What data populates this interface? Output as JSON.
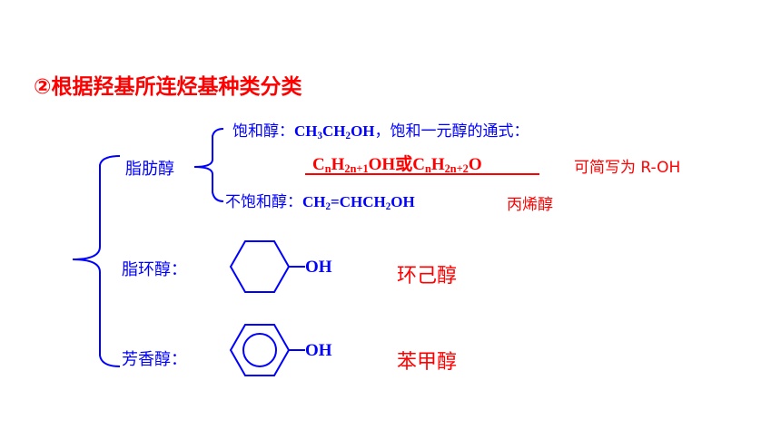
{
  "heading": "②根据羟基所连烃基种类分类",
  "categories": {
    "aliphatic": "脂肪醇",
    "alicyclic": "脂环醇：",
    "aromatic": "芳香醇："
  },
  "saturated": {
    "label": "饱和醇：",
    "example": [
      "CH",
      "3",
      "CH",
      "2",
      "OH"
    ],
    "tail": "，饱和一元醇的通式："
  },
  "general_formula": {
    "part1": [
      "C",
      "n",
      "H",
      "2n+1",
      "OH"
    ],
    "or": "或",
    "part2": [
      "C",
      "n",
      "H",
      "2n+2",
      "O"
    ]
  },
  "note": "可简写为 R-OH",
  "unsaturated": {
    "label": "不饱和醇：",
    "example": [
      "CH",
      "2",
      "=CHCH",
      "2",
      "OH"
    ],
    "name": "丙烯醇"
  },
  "structures": {
    "cyclohexanol_oh": "OH",
    "cyclohexanol_name": "环己醇",
    "benzyl_oh": "OH",
    "benzyl_name": "苯甲醇"
  },
  "colors": {
    "text": "#0000ff",
    "accent": "#ff0000"
  }
}
